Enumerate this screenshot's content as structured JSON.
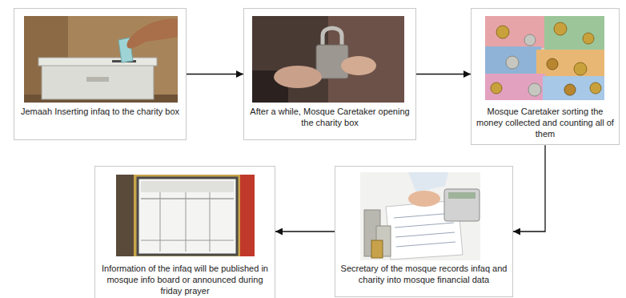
{
  "diagram": {
    "nodes": [
      {
        "text": [
          "Jemaah Inserting infaq to the charity box"
        ]
      },
      {
        "text": [
          "After a while, Mosque Caretaker opening the charity box"
        ]
      },
      {
        "text": [
          "Mosque Caretaker sorting the money collected and counting all of them"
        ]
      },
      {
        "text": [
          "Secretary of the mosque records infaq and charity into mosque financial data"
        ]
      },
      {
        "text": [
          "Information of the infaq will be published in mosque info board or announced during friday prayer"
        ]
      }
    ],
    "edges": [
      {
        "from": 0,
        "to": 1,
        "arrow": "to"
      },
      {
        "from": 1,
        "to": 2,
        "arrow": "to"
      },
      {
        "from": 2,
        "to": 3,
        "arrow": "to"
      },
      {
        "from": 3,
        "to": 4,
        "arrow": "to"
      }
    ]
  }
}
